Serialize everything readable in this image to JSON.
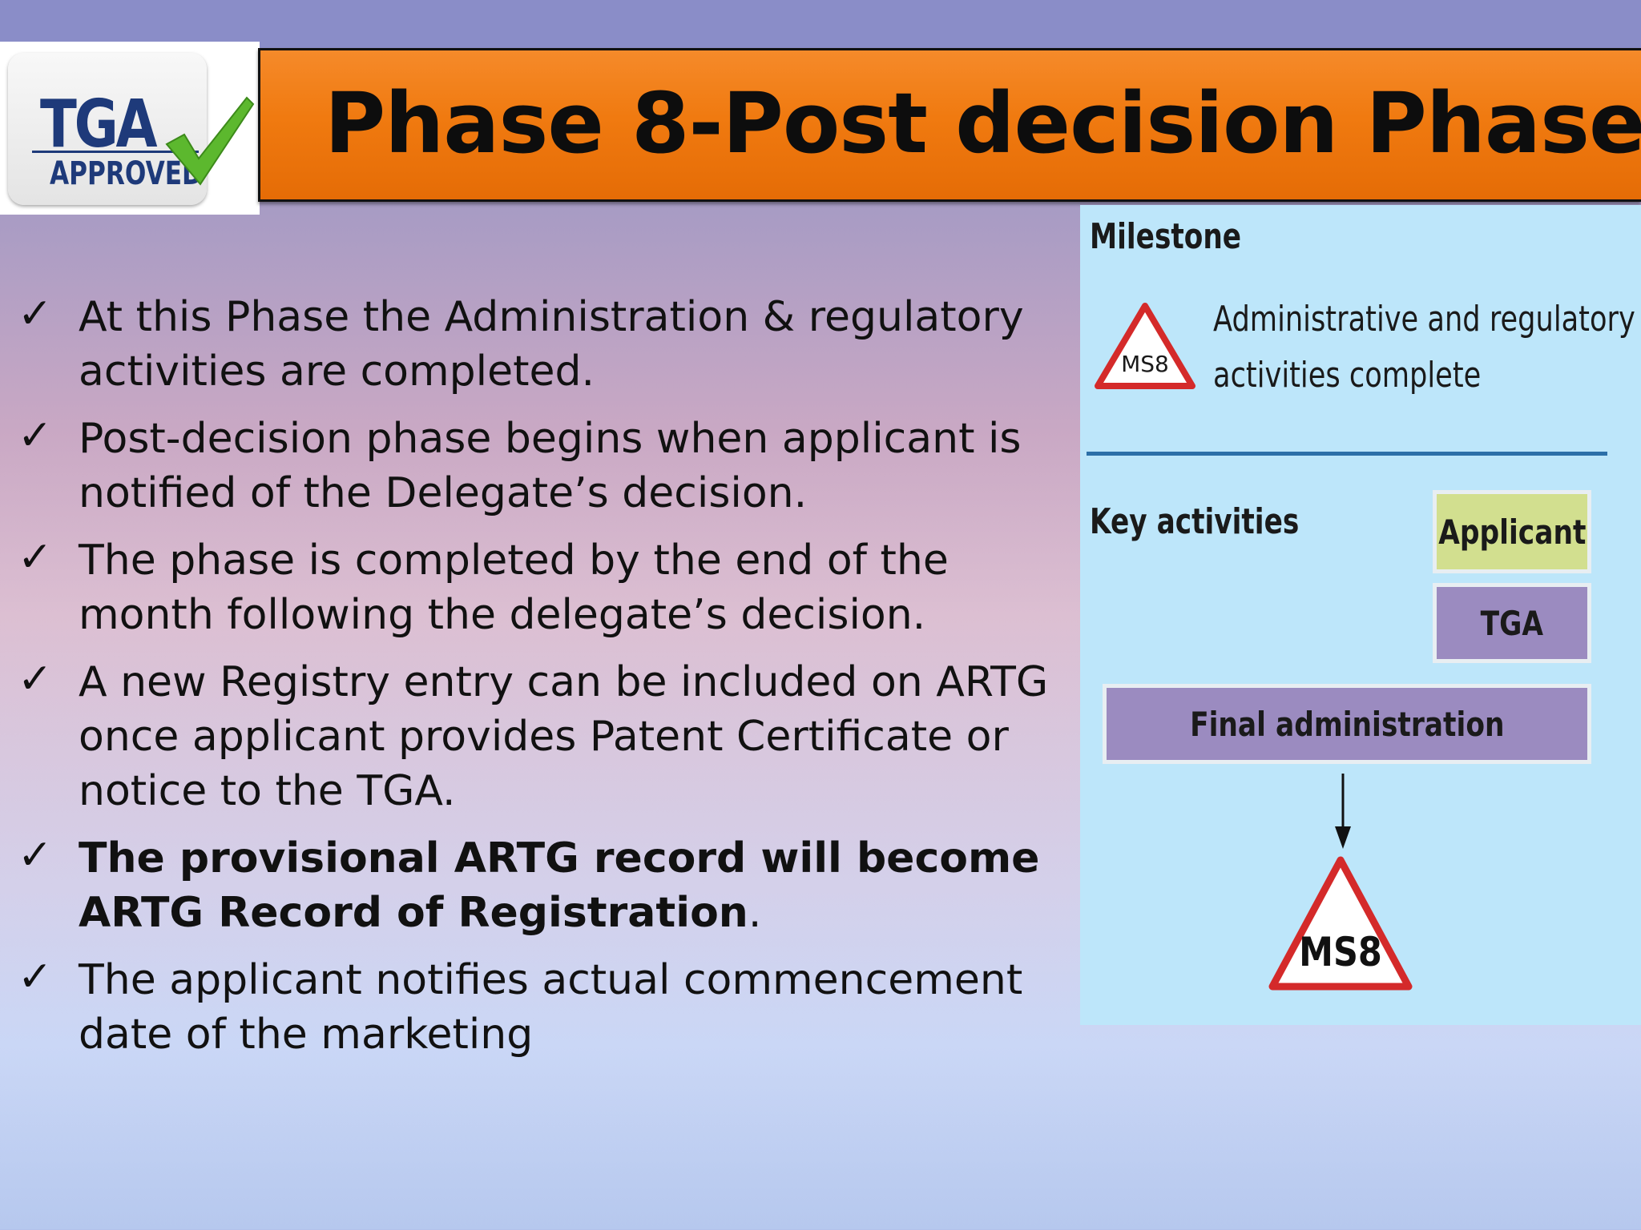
{
  "logo": {
    "name": "TGA",
    "subtitle": "APPROVED"
  },
  "title": "Phase 8-Post decision Phase",
  "bullets": [
    {
      "text": "At this Phase the Administration & regulatory activities are completed.",
      "bold": false
    },
    {
      "text": "Post-decision phase  begins when applicant is notified of the Delegate’s decision.",
      "bold": false
    },
    {
      "text": "The phase is completed by the end of the month following the delegate’s decision.",
      "bold": false
    },
    {
      "text": "A new Registry entry can be included on ARTG once applicant provides Patent Certificate or notice to the TGA.",
      "bold": false
    },
    {
      "text": "The provisional ARTG record will become ARTG Record of Registration",
      "tail": ".",
      "bold": true
    },
    {
      "text": "The applicant notifies actual commencement date of the marketing",
      "bold": false
    }
  ],
  "panel": {
    "milestone_heading": "Milestone",
    "milestone_badge": "MS8",
    "milestone_desc_line1": "Administrative and regulatory",
    "milestone_desc_line2": "activities complete",
    "key_activities_heading": "Key activities",
    "legend_applicant": "Applicant",
    "legend_tga": "TGA",
    "activity_final": "Final administration",
    "end_milestone": "MS8"
  },
  "colors": {
    "title_bar": "#f07a10",
    "panel_bg": "#bde6fa",
    "applicant_box": "#d2df8f",
    "tga_box": "#9b8bc0",
    "milestone_red": "#d42a2a",
    "logo_navy": "#1e3a7a",
    "logo_check_green": "#5cb82e"
  }
}
